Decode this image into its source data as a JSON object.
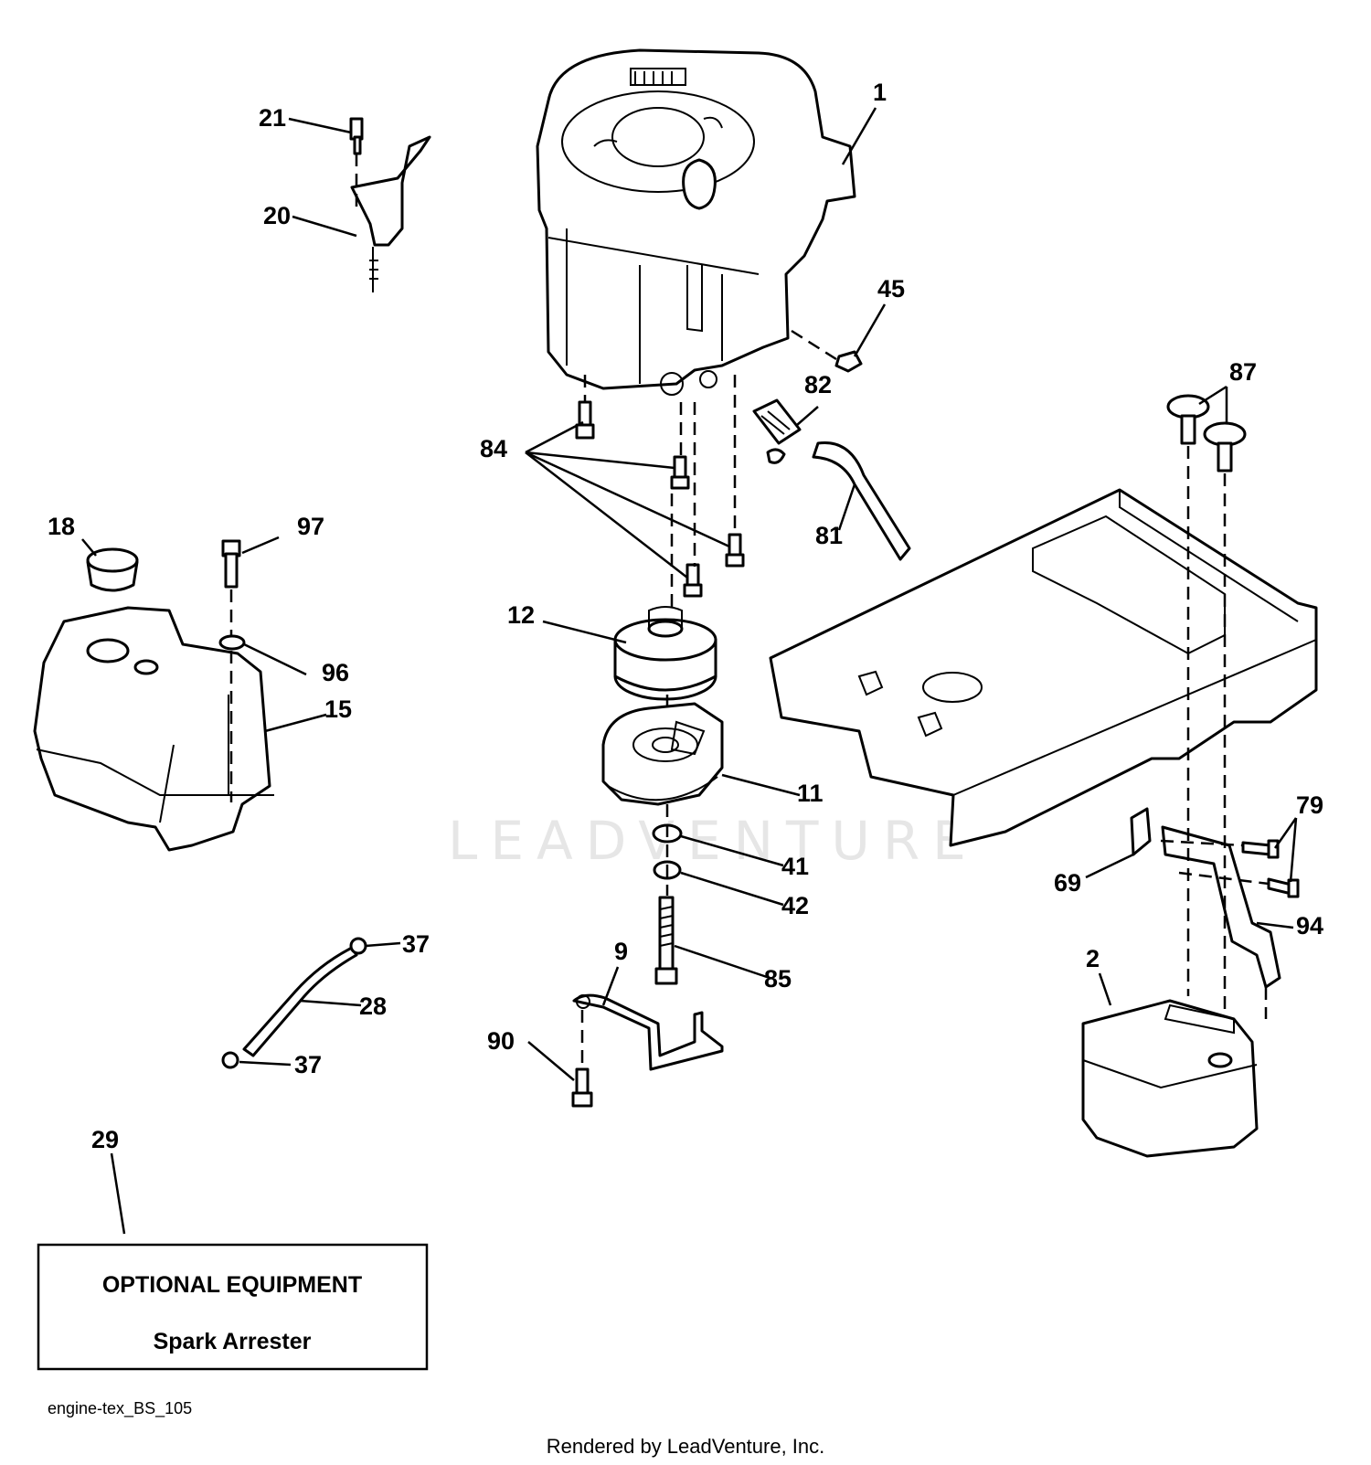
{
  "watermark": "LEADVENTURE",
  "callouts": [
    {
      "id": "1",
      "label": "1"
    },
    {
      "id": "2",
      "label": "2"
    },
    {
      "id": "9",
      "label": "9"
    },
    {
      "id": "11",
      "label": "11"
    },
    {
      "id": "12",
      "label": "12"
    },
    {
      "id": "15",
      "label": "15"
    },
    {
      "id": "18",
      "label": "18"
    },
    {
      "id": "20",
      "label": "20"
    },
    {
      "id": "21",
      "label": "21"
    },
    {
      "id": "28",
      "label": "28"
    },
    {
      "id": "29",
      "label": "29"
    },
    {
      "id": "37a",
      "label": "37"
    },
    {
      "id": "37b",
      "label": "37"
    },
    {
      "id": "41",
      "label": "41"
    },
    {
      "id": "42",
      "label": "42"
    },
    {
      "id": "45",
      "label": "45"
    },
    {
      "id": "69",
      "label": "69"
    },
    {
      "id": "79",
      "label": "79"
    },
    {
      "id": "81",
      "label": "81"
    },
    {
      "id": "82",
      "label": "82"
    },
    {
      "id": "84",
      "label": "84"
    },
    {
      "id": "85",
      "label": "85"
    },
    {
      "id": "87",
      "label": "87"
    },
    {
      "id": "90",
      "label": "90"
    },
    {
      "id": "94",
      "label": "94"
    },
    {
      "id": "96",
      "label": "96"
    },
    {
      "id": "97",
      "label": "97"
    }
  ],
  "optional_box": {
    "title": "OPTIONAL EQUIPMENT",
    "item": "Spark Arrester"
  },
  "footer": {
    "diagram_code": "engine-tex_BS_105",
    "credit": "Rendered by LeadVenture, Inc."
  }
}
